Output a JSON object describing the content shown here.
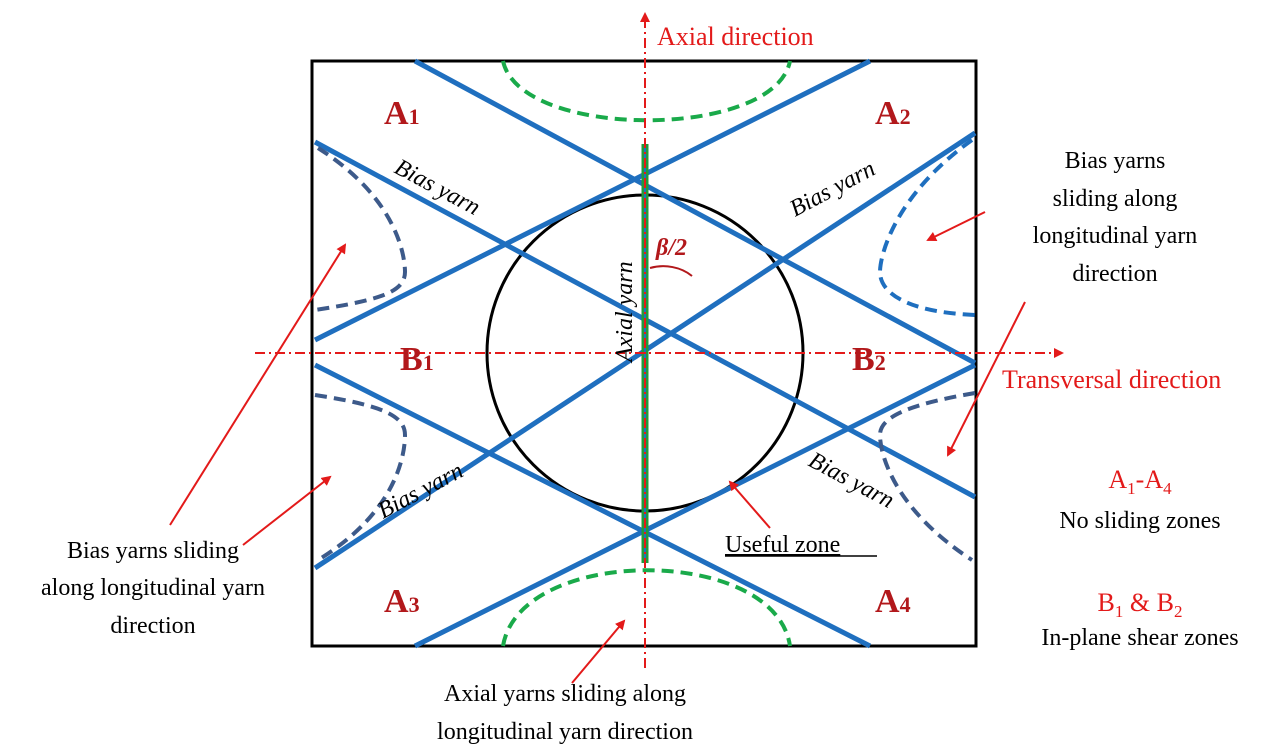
{
  "axes": {
    "axial": "Axial direction",
    "transversal": "Transversal direction"
  },
  "zones": {
    "A1": {
      "letter": "A",
      "sub": "1"
    },
    "A2": {
      "letter": "A",
      "sub": "2"
    },
    "A3": {
      "letter": "A",
      "sub": "3"
    },
    "A4": {
      "letter": "A",
      "sub": "4"
    },
    "B1": {
      "letter": "B",
      "sub": "1"
    },
    "B2": {
      "letter": "B",
      "sub": "2"
    }
  },
  "yarn_labels": {
    "bias_tl": "Bias yarn",
    "bias_tr": "Bias yarn",
    "bias_bl": "Bias yarn",
    "bias_br": "Bias yarn",
    "axial": "Axial yarn",
    "angle": "β/2",
    "useful_zone": "Useful zone"
  },
  "annotations": {
    "right_top": [
      "Bias yarns",
      "sliding along",
      "longitudinal yarn",
      "direction"
    ],
    "left_bottom": [
      "Bias yarns sliding",
      "along longitudinal yarn",
      "direction"
    ],
    "bottom_center": [
      "Axial yarns sliding along",
      "longitudinal yarn direction"
    ]
  },
  "legend": {
    "a_zones": {
      "a1": "A",
      "s1": "1",
      "dash": "-A",
      "s2": "4"
    },
    "a_desc": "No sliding zones",
    "b_zones": {
      "b1": "B",
      "s1": "1",
      "amp": " & B",
      "s2": "2"
    },
    "b_desc": "In-plane shear zones"
  },
  "colors": {
    "bias_yarn": "#1f6fbf",
    "axial_yarn_outline": "#1f9a3a",
    "sliding_boundary_blue": "#3d5a8a",
    "sliding_boundary_green": "#1aaa4a",
    "axis_red": "#e31a1a",
    "zone_label": "#b2181b"
  }
}
